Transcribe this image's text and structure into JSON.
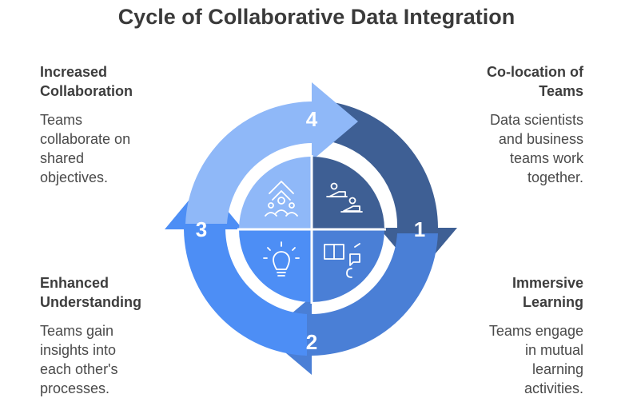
{
  "title": "Cycle of Collaborative Data Integration",
  "steps": [
    {
      "number": "1",
      "heading": "Co-location of Teams",
      "heading_lines": [
        "Co-location of",
        "Teams"
      ],
      "description_lines": [
        "Data scientists",
        "and business",
        "teams work",
        "together."
      ],
      "color": "#3e5f94",
      "icon": "team-laptops-icon"
    },
    {
      "number": "2",
      "heading": "Immersive Learning",
      "heading_lines": [
        "Immersive",
        "Learning"
      ],
      "description_lines": [
        "Teams engage",
        "in mutual",
        "learning",
        "activities."
      ],
      "color": "#4a7fd6",
      "icon": "book-chat-icon"
    },
    {
      "number": "3",
      "heading": "Enhanced Understanding",
      "heading_lines": [
        "Enhanced",
        "Understanding"
      ],
      "description_lines": [
        "Teams gain",
        "insights into",
        "each other's",
        "processes."
      ],
      "color": "#4d8ef5",
      "icon": "lightbulb-icon"
    },
    {
      "number": "4",
      "heading": "Increased Collaboration",
      "heading_lines": [
        "Increased",
        "Collaboration"
      ],
      "description_lines": [
        "Teams",
        "collaborate on",
        "shared",
        "objectives."
      ],
      "color": "#8fb8f8",
      "icon": "team-growth-icon"
    }
  ]
}
